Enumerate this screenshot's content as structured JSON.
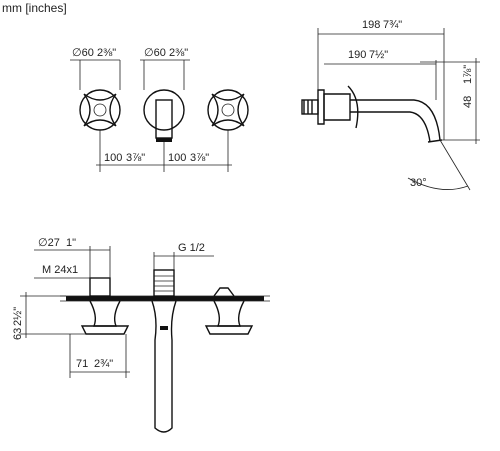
{
  "units_label": "mm [inches]",
  "front_view": {
    "handle_dia_left": "∅60",
    "handle_dia_left_in": "2⅜\"",
    "handle_dia_right": "∅60",
    "handle_dia_right_in": "2⅜\"",
    "spacing_left": "100",
    "spacing_left_in": "3⅞\"",
    "spacing_right": "100",
    "spacing_right_in": "3⅞\""
  },
  "side_view": {
    "overall_length": "198",
    "overall_length_in": "7¾\"",
    "spout_length": "190",
    "spout_length_in": "7½\"",
    "height": "48",
    "height_in": "1⅞\"",
    "angle": "30°"
  },
  "section_view": {
    "bore_dia": "∅27",
    "bore_dia_in": "1\"",
    "thread": "M 24x1",
    "pipe_thread": "G 1/2",
    "depth": "63",
    "depth_in": "2½\"",
    "offset": "71",
    "offset_in": "2¾\""
  }
}
